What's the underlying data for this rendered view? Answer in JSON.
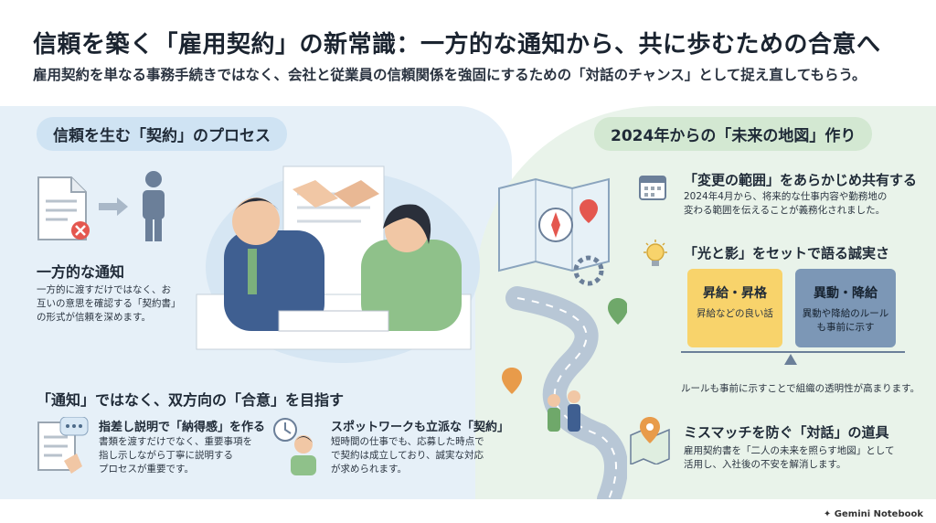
{
  "header": {
    "title": "信頼を築く「雇用契約」の新常識：一方的な通知から、共に歩むための合意へ",
    "subtitle": "雇用契約を単なる事務手続きではなく、会社と従業員の信頼関係を強固にするための「対話のチャンス」として捉え直してもらう。"
  },
  "left": {
    "section_title": "信頼を生む「契約」のプロセス",
    "one_way": {
      "heading": "一方的な通知",
      "text_lines": [
        "一方的に渡すだけではなく、お",
        "互いの意思を確認する「契約書」",
        "の形式が信頼を深めます。"
      ]
    },
    "agreement_heading": "「通知」ではなく、双方向の「合意」を目指す",
    "item1": {
      "heading": "指差し説明で「納得感」を作る",
      "text_lines": [
        "書類を渡すだけでなく、重要事項を",
        "指し示しながら丁寧に説明する",
        "プロセスが重要です。"
      ]
    },
    "item2": {
      "heading": "スポットワークも立派な「契約」",
      "text_lines": [
        "短時間の仕事でも、応募した時点で",
        "で契約は成立しており、誠実な対応",
        "が求められます。"
      ]
    }
  },
  "right": {
    "section_title": "2024年からの「未来の地図」作り",
    "scope": {
      "heading": "「変更の範囲」をあらかじめ共有する",
      "text_lines": [
        "2024年4月から、将来的な仕事内容や勤務地の",
        "変わる範囲を伝えることが義務化されました。"
      ]
    },
    "light_shadow": {
      "heading": "「光と影」をセットで語る誠実さ",
      "box1_title": "昇給・昇格",
      "box1_text": "昇給などの良い話",
      "box2_title": "異動・降給",
      "box2_text_lines": [
        "異動や降給のルール",
        "も事前に示す"
      ],
      "note": "ルールも事前に示すことで組織の透明性が高まります。"
    },
    "mismatch": {
      "heading": "ミスマッチを防ぐ「対話」の道具",
      "text_lines": [
        "雇用契約書を「二人の未来を照らす地図」として",
        "活用し、入社後の不安を解消します。"
      ]
    }
  },
  "footer": {
    "label": "Gemini Notebook"
  },
  "colors": {
    "accent_yellow": "#f8d36b",
    "accent_blue": "#7c97b6",
    "left_bg": "#e6f0f8",
    "right_bg": "#e9f3ea"
  }
}
